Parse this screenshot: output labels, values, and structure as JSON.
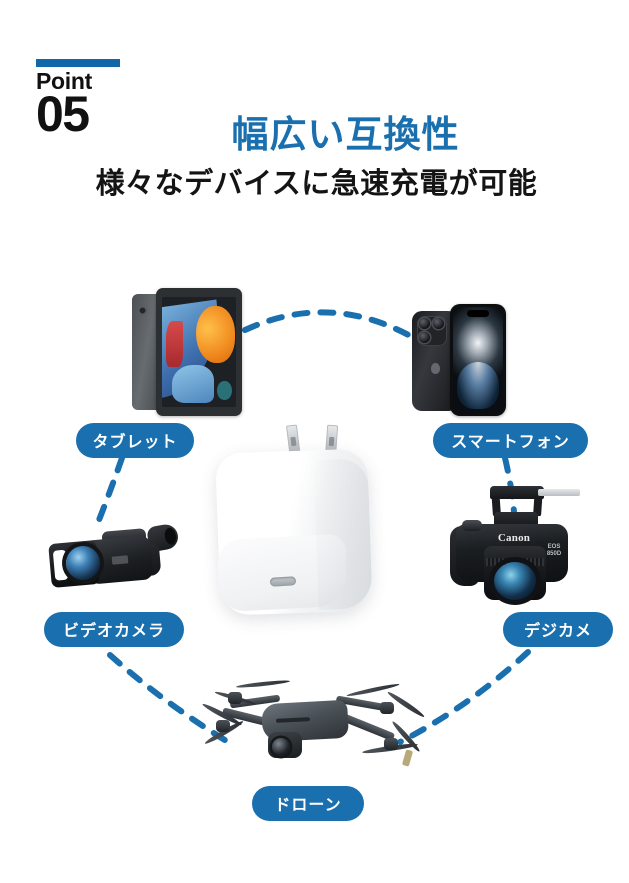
{
  "badge": {
    "label": "Point",
    "number": "05",
    "bar_color": "#1068a8"
  },
  "heading": {
    "title": "幅広い互換性",
    "subtitle": "様々なデバイスに急速充電が可能",
    "title_color": "#1a6fae",
    "subtitle_color": "#141414"
  },
  "diagram": {
    "center_device": "usb-c-power-adapter",
    "connector_color": "#1a6fae",
    "connector_style": "dashed-arc",
    "devices": [
      {
        "key": "tablet",
        "label": "タブレット",
        "icon": "tablet-icon"
      },
      {
        "key": "phone",
        "label": "スマートフォン",
        "icon": "smartphone-icon"
      },
      {
        "key": "camcorder",
        "label": "ビデオカメラ",
        "icon": "camcorder-icon"
      },
      {
        "key": "dslr",
        "label": "デジカメ",
        "icon": "dslr-camera-icon"
      },
      {
        "key": "drone",
        "label": "ドローン",
        "icon": "drone-icon"
      }
    ]
  },
  "dslr": {
    "brand": "Canon",
    "model": "EOS\n850D"
  }
}
